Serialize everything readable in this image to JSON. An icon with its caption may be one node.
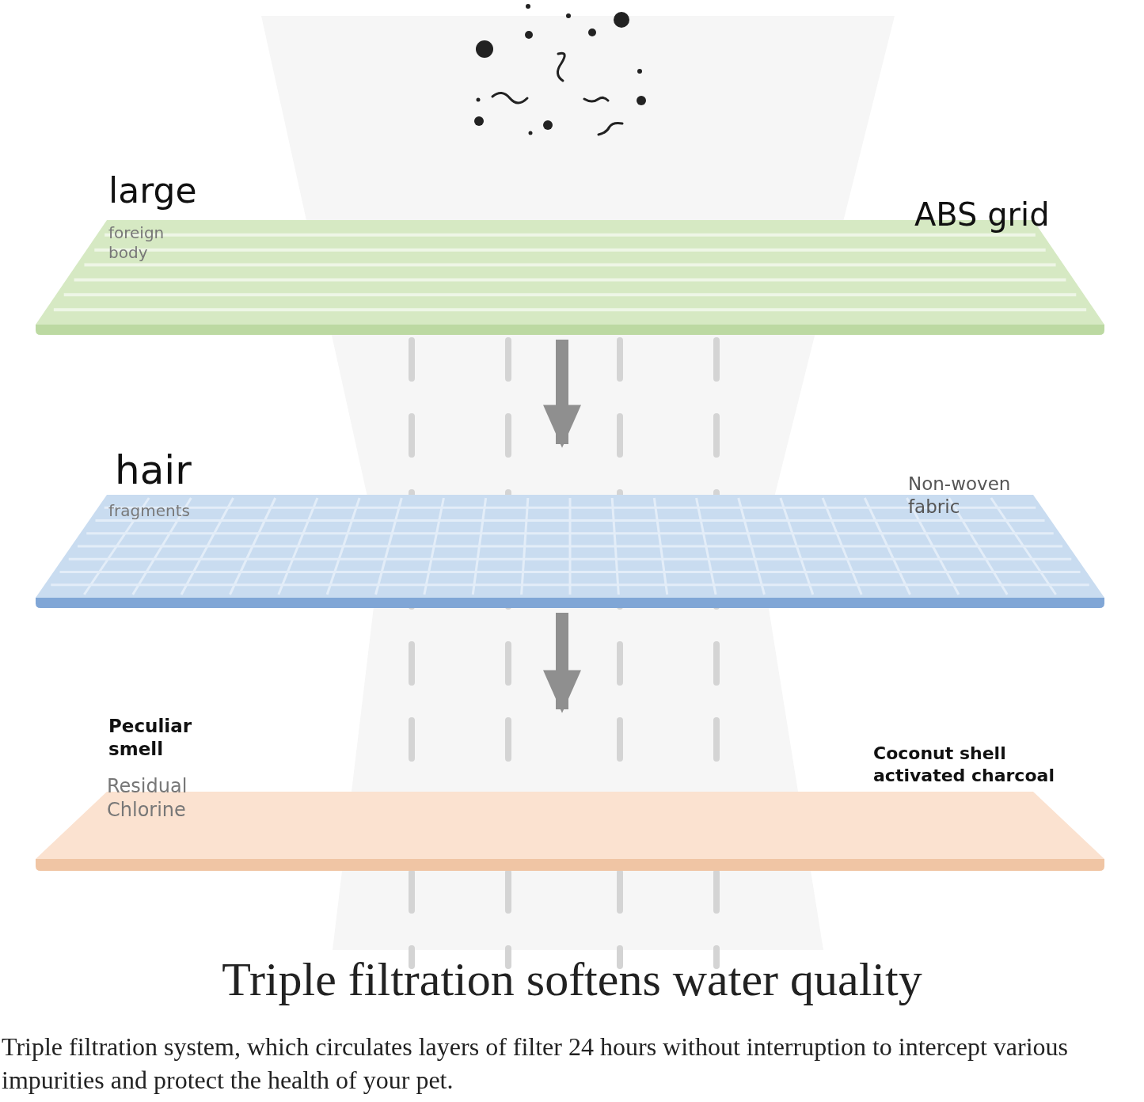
{
  "diagram": {
    "title": "Triple filtration softens water quality",
    "caption": "Triple filtration system, which circulates layers of filter 24 hours without interruption to intercept various impurities and protect the health of your pet.",
    "nodes": [
      {
        "text": [
          "large",
          "foreign body",
          "ABS grid"
        ]
      },
      {
        "text": [
          "hair",
          "fragments",
          "Non-woven fabric"
        ]
      },
      {
        "text": [
          "Peculiar smell",
          "Residual Chlorine",
          "Coconut shell activated charcoal"
        ]
      }
    ],
    "edges": [
      {
        "from": 0,
        "to": 1,
        "arrow": "to"
      },
      {
        "from": 1,
        "to": 2,
        "arrow": "to"
      }
    ]
  }
}
